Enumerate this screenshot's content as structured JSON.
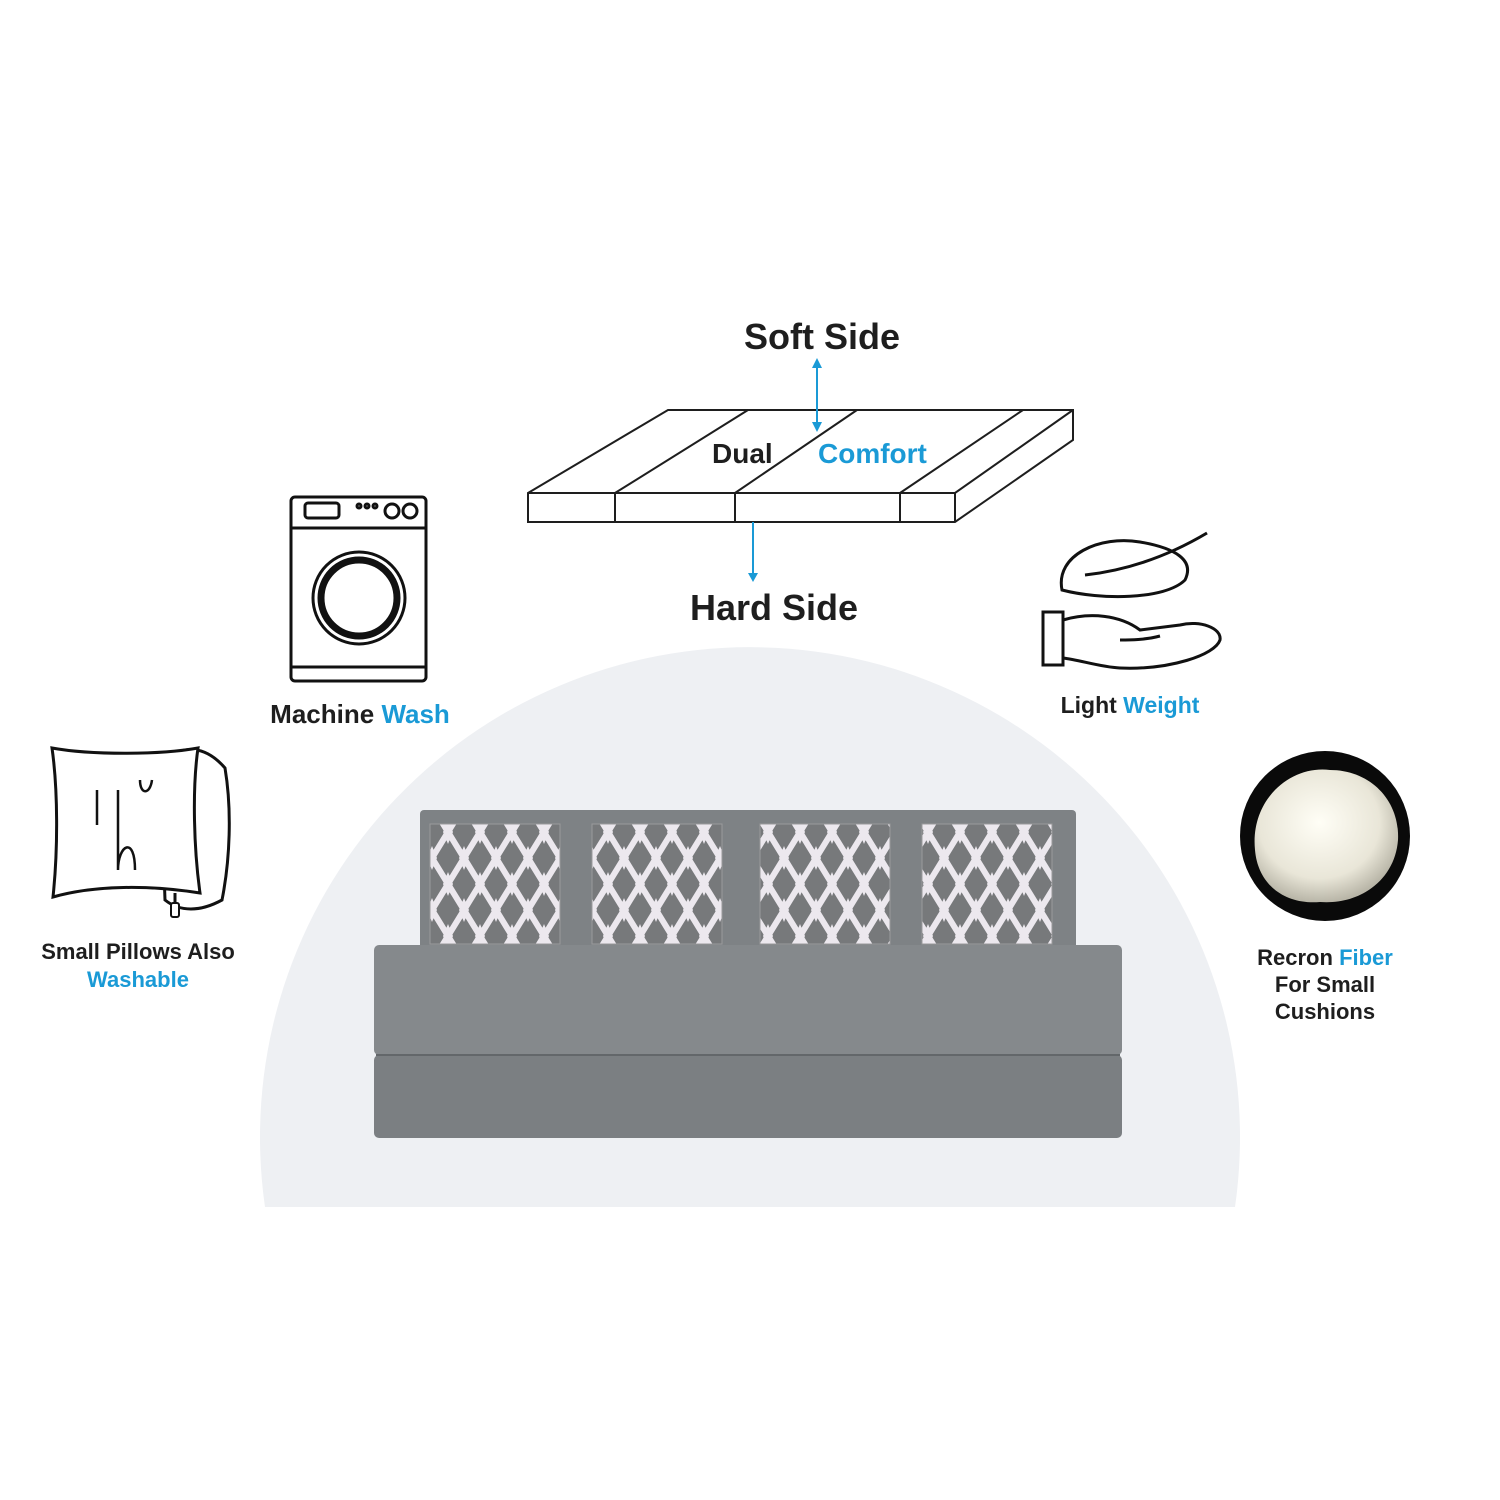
{
  "colors": {
    "accent": "#1a9ad6",
    "text": "#1e1e1e",
    "backdrop": "#eef0f3",
    "sofa": "#7e8285"
  },
  "mattress": {
    "top_label": "Soft Side",
    "bottom_label": "Hard Side",
    "label_dark": "Dual",
    "label_blue": "Comfort"
  },
  "features": {
    "machine_wash": {
      "dark": "Machine",
      "blue": "Wash",
      "icon": "washing-machine-icon"
    },
    "light_weight": {
      "dark": "Light",
      "blue": "Weight",
      "icon": "feather-hand-icon"
    },
    "pillows": {
      "dark": "Small Pillows Also",
      "blue": "Washable",
      "icon": "pillow-zip-icon"
    },
    "fiber": {
      "dark": "Recron",
      "blue": "Fiber",
      "line2": "For Small",
      "line3": "Cushions",
      "icon": "fiber-icon"
    }
  }
}
